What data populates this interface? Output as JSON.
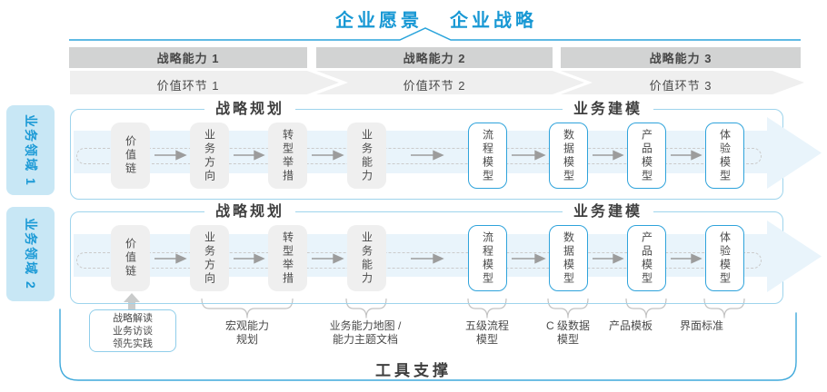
{
  "header": {
    "vision": "企业愿景",
    "strategy": "企业战略"
  },
  "capability_bars": [
    {
      "label": "战略能力 1"
    },
    {
      "label": "战略能力 2"
    },
    {
      "label": "战略能力 3"
    }
  ],
  "value_links": [
    {
      "label": "价值环节 1"
    },
    {
      "label": "价值环节 2"
    },
    {
      "label": "价值环节 3"
    }
  ],
  "business_domains": [
    {
      "label": "业务领域 1"
    },
    {
      "label": "业务领域 2"
    }
  ],
  "panel_headers": {
    "planning": "战略规划",
    "modeling": "业务建模"
  },
  "planning_boxes": [
    {
      "label": "价值链"
    },
    {
      "label": "业务方向"
    },
    {
      "label": "转型举措"
    },
    {
      "label": "业务能力"
    }
  ],
  "modeling_boxes": [
    {
      "label": "流程模型"
    },
    {
      "label": "数据模型"
    },
    {
      "label": "产品模型"
    },
    {
      "label": "体验模型"
    }
  ],
  "annotations": {
    "practice_box": "战略解读\n业务访谈\n领先实践",
    "labels": [
      {
        "text": "宏观能力\n规划"
      },
      {
        "text": "业务能力地图 /\n能力主题文档"
      },
      {
        "text": "五级流程\n模型"
      },
      {
        "text": "C 级数据\n模型"
      },
      {
        "text": "产品模板"
      },
      {
        "text": "界面标准"
      }
    ]
  },
  "footer": {
    "tool_support": "工具支撑"
  },
  "colors": {
    "accent_blue": "#1898d4",
    "panel_border": "#9ed4ec",
    "band_fill": "#e9f4fb",
    "bar_gray": "#d2d3d3",
    "chevron_gray": "#efefef",
    "box_border_blue": "#2fa3db"
  }
}
